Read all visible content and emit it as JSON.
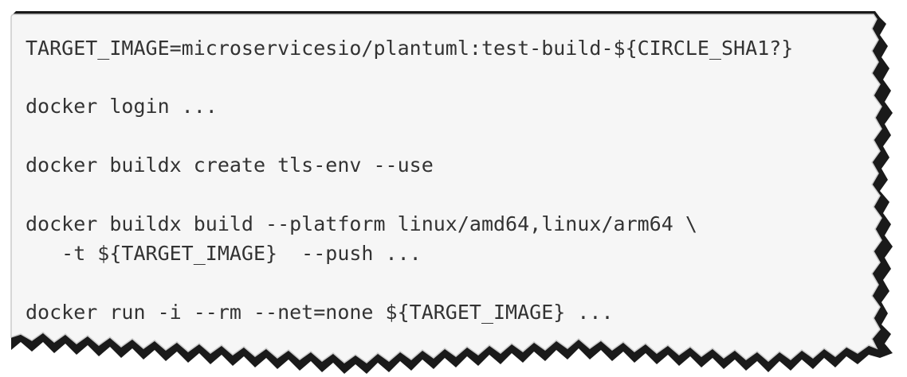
{
  "code": {
    "lines": [
      "TARGET_IMAGE=microservicesio/plantuml:test-build-${CIRCLE_SHA1?}",
      "docker login ...",
      "docker buildx create tls-env --use",
      "docker buildx build --platform linux/amd64,linux/arm64 \\",
      "   -t ${TARGET_IMAGE}  --push ...",
      "docker run -i --rm --net=none ${TARGET_IMAGE} ..."
    ]
  },
  "colors": {
    "panel_background": "#f6f6f6",
    "panel_border": "#cccccc",
    "text": "#333333",
    "torn_edge": "#1a1a1a"
  }
}
